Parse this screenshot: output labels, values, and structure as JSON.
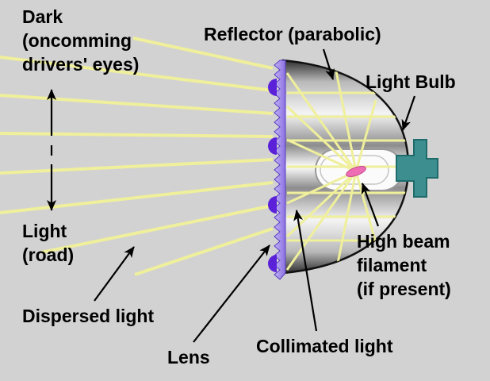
{
  "labels": {
    "dark": "Dark\n(oncomming\ndrivers' eyes)",
    "reflector": "Reflector (parabolic)",
    "light_bulb": "Light Bulb",
    "light": "Light\n(road)",
    "dispersed": "Dispersed light",
    "lens": "Lens",
    "collimated": "Collimated light",
    "high_beam": "High beam\nfilament\n(if present)"
  },
  "colors": {
    "bg": "#d2d2d2",
    "ray": "#efef9c",
    "lens_body": "#a18ae6",
    "lens_bump": "#5b21d8",
    "bulb_base": "#3d8f8f",
    "filament": "#ef6db4",
    "arrow": "#000000"
  },
  "diagram": {
    "dispersed_rays": [
      [
        344,
        86,
        168,
        48
      ],
      [
        344,
        114,
        0,
        72
      ],
      [
        344,
        143,
        0,
        120
      ],
      [
        344,
        172,
        0,
        168
      ],
      [
        344,
        201,
        0,
        218
      ],
      [
        344,
        230,
        0,
        268
      ],
      [
        344,
        259,
        52,
        318
      ],
      [
        344,
        288,
        170,
        346
      ]
    ],
    "inner_rays": [
      [
        362,
        117,
        514,
        117
      ],
      [
        362,
        147,
        514,
        147
      ],
      [
        362,
        177,
        514,
        177
      ],
      [
        362,
        210,
        514,
        210
      ],
      [
        362,
        243,
        514,
        243
      ],
      [
        362,
        273,
        514,
        273
      ],
      [
        362,
        303,
        514,
        303
      ],
      [
        449,
        216,
        362,
        92
      ],
      [
        449,
        216,
        362,
        134
      ],
      [
        449,
        216,
        362,
        176
      ],
      [
        449,
        216,
        362,
        256
      ],
      [
        449,
        216,
        362,
        298
      ],
      [
        449,
        216,
        362,
        340
      ],
      [
        449,
        216,
        424,
        90
      ],
      [
        449,
        216,
        474,
        126
      ],
      [
        449,
        216,
        424,
        342
      ],
      [
        449,
        216,
        474,
        306
      ]
    ],
    "lens_bumps": [
      110,
      184,
      258,
      332
    ]
  }
}
